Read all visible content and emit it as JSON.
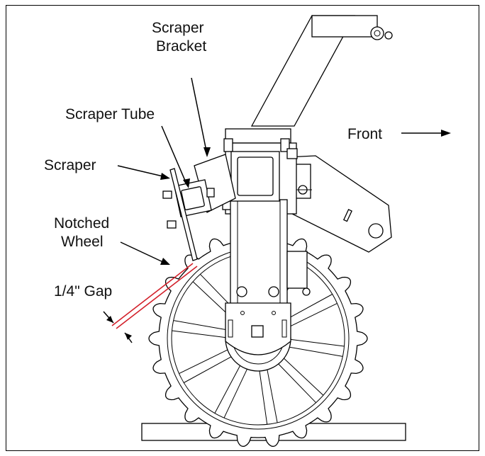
{
  "labels": {
    "scraper_bracket_line1": "Scraper",
    "scraper_bracket_line2": "Bracket",
    "scraper_tube": "Scraper Tube",
    "scraper": "Scraper",
    "notched_wheel_line1": "Notched",
    "notched_wheel_line2": "Wheel",
    "gap": "1/4\" Gap",
    "front": "Front"
  },
  "colors": {
    "gap_line": "#d2202a",
    "ink": "#000000"
  }
}
